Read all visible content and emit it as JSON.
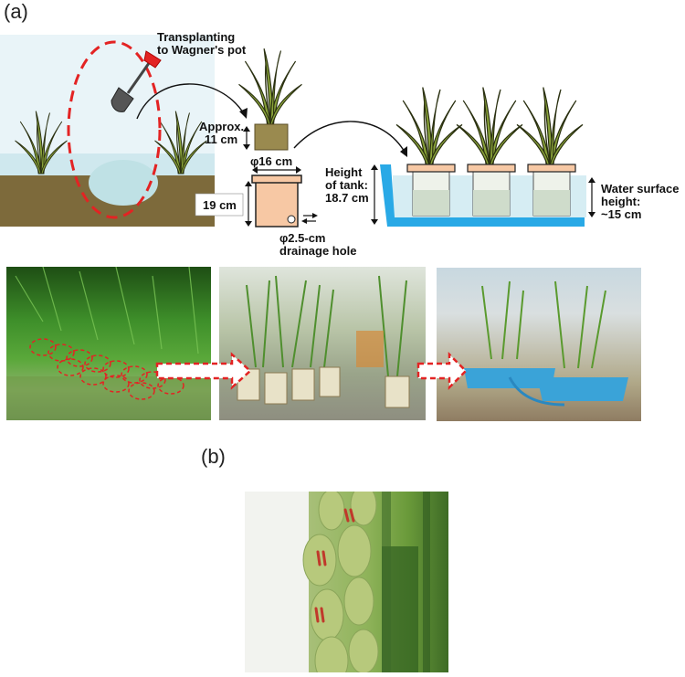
{
  "panels": {
    "a": "(a)",
    "b": "(b)"
  },
  "labels": {
    "transplant_1": "Transplanting",
    "transplant_2": "to Wagner's pot",
    "approx_1": "Approx.",
    "approx_2": "11 cm",
    "diameter": "φ16 cm",
    "height_19": "19 cm",
    "drain_1": "φ2.5-cm",
    "drain_2": "drainage hole",
    "tank_1": "Height",
    "tank_2": "of tank:",
    "tank_3": "18.7 cm",
    "water_1": "Water surface",
    "water_2": "height:",
    "water_3": "~15 cm"
  },
  "colors": {
    "paddy_water": "#cfe8ee",
    "soil": "#7d6a3b",
    "pot": "#f7c8a4",
    "tank": "#29a9e6",
    "leaf": "#8aa33a",
    "leaf_edge": "#2a3010",
    "dashed_circle": "#e32323",
    "arrow_fill": "#ffffff",
    "arrow_border": "#e32323"
  },
  "icons": [
    "shovel-icon",
    "curved-arrow-icon",
    "rice-plant-icon",
    "drainage-arrows-icon",
    "dashed-red-arrow-icon"
  ]
}
